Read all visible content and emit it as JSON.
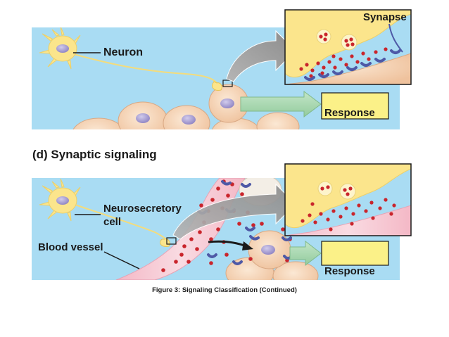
{
  "labels": {
    "neuron": "Neuron",
    "synapse": "Synapse",
    "response_top": "Response",
    "panel_title": "(d) Synaptic signaling",
    "neurosecretory_line1": "Neurosecretory",
    "neurosecretory_line2": "cell",
    "blood_vessel": "Blood vessel",
    "response_bottom": "Response"
  },
  "caption": "Figure 3: Signaling Classification (Continued)",
  "colors": {
    "background": "#a9dcf3",
    "neuron": "#fbe58c",
    "cell": "#f7d3b4",
    "nucleus": "#a59ad0",
    "response_box": "#fbf188",
    "arrow_gray": "#9a9a9a",
    "arrow_green": "#a8d7b0",
    "vessel": "#f3c3cf",
    "molecule": "#c9252c",
    "receptor": "#4e59a6"
  }
}
